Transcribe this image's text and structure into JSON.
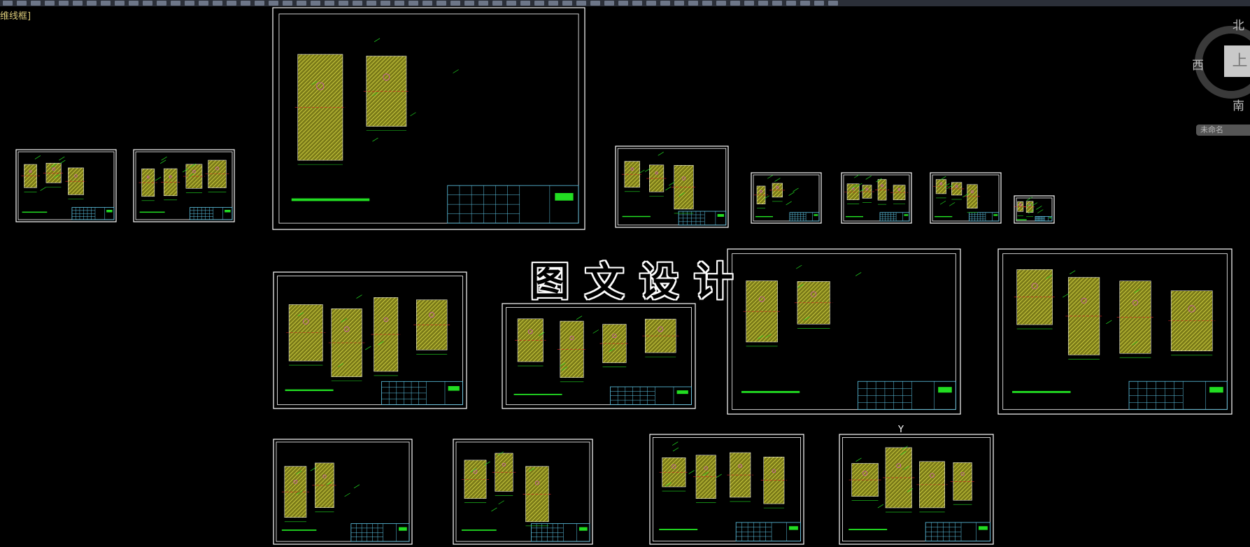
{
  "toolbar": {
    "icon_count": 60
  },
  "view": {
    "visual_style_label": "维线框]"
  },
  "watermark": {
    "text": "图文设计"
  },
  "viewcube": {
    "north": "北",
    "west": "西",
    "south": "南",
    "top_face": "上",
    "ucs_name": "未命名"
  },
  "colors": {
    "background": "#000000",
    "frame": "#ffffff",
    "title_block": "#5fc8e8",
    "hatch": "#c8c832",
    "dimension": "#22dd22",
    "centerline": "#dd2222",
    "detail": "#e040e0"
  },
  "drawings": {
    "sheet_count": 16,
    "ucs_marker": "Y"
  }
}
